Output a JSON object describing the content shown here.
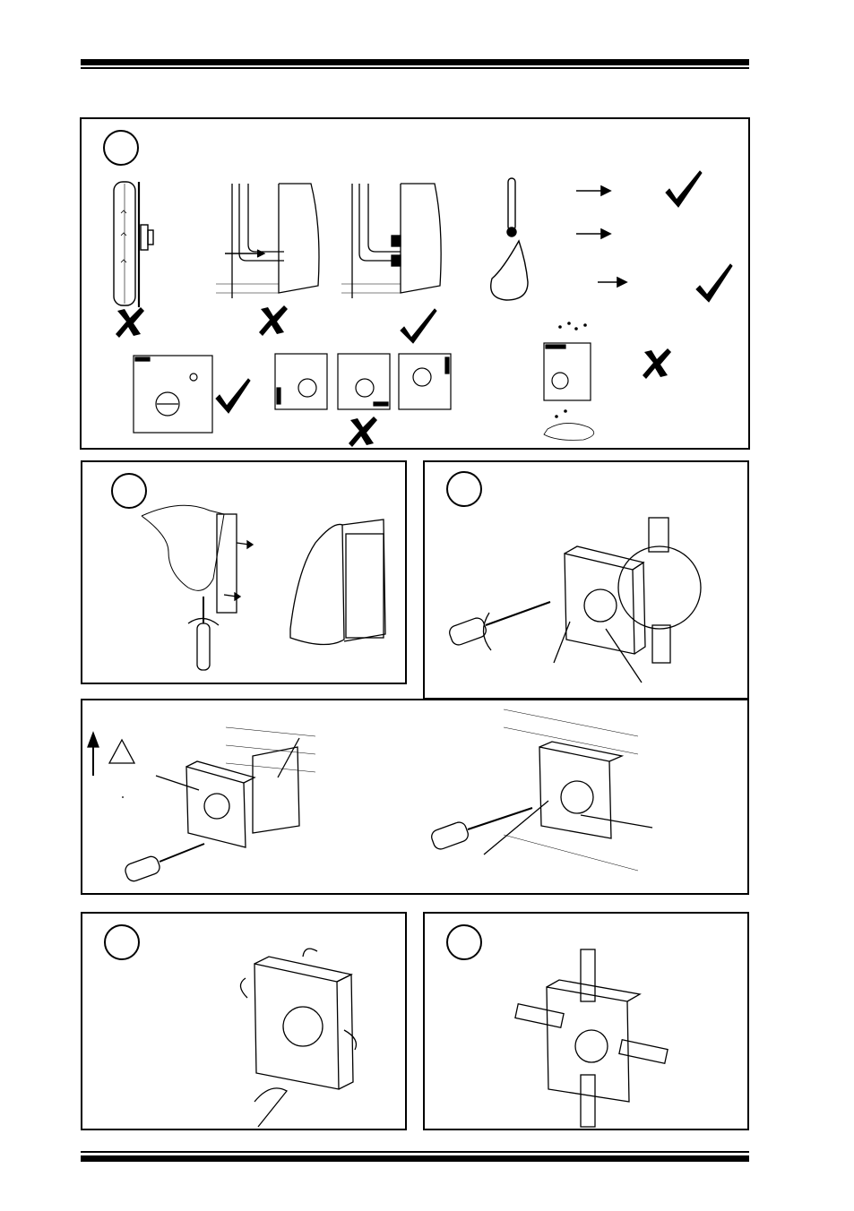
{
  "page": {
    "header_rule": "thick-thin",
    "footer_rule": "thin-thick"
  },
  "icons": {
    "ok": "check-mark-icon",
    "wrong": "cross-mark-icon",
    "temperature": "thermometer-icon",
    "humidity": "water-drop-icon",
    "recycle": "recycling-triangle-icon",
    "tool": "screwdriver-icon",
    "cutter": "pliers-icon"
  },
  "panels": [
    {
      "id": "placement",
      "steps": [
        "radiator-wrong",
        "cable-draft-wrong",
        "cable-sealed-ok",
        "temperature-ok",
        "humidity-ok",
        "mount-upright-ok",
        "mount-rotated-wrong",
        "dripping-water-wrong"
      ]
    },
    {
      "id": "open-housing"
    },
    {
      "id": "mount-on-junction-box"
    },
    {
      "id": "mount-on-wall"
    },
    {
      "id": "break-out-knockouts"
    },
    {
      "id": "conduit-entries"
    }
  ]
}
